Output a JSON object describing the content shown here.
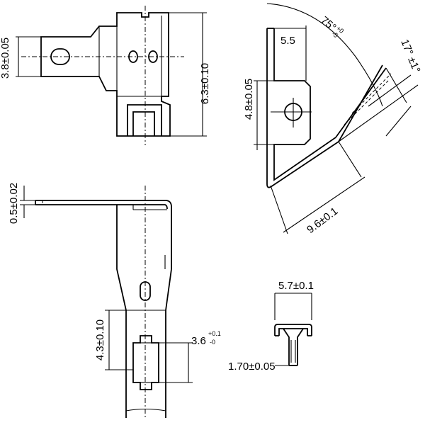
{
  "drawing": {
    "top_view": {
      "dim_width": "3.8±0.05",
      "dim_length": "6.3±0.10"
    },
    "side_view": {
      "dim_width": "5.5",
      "dim_angle_main": "75°",
      "dim_angle_main_tol_upper": "+0",
      "dim_angle_main_tol_lower": "-5",
      "dim_angle_tip": "17° ±1°",
      "dim_height": "4.8±0.05",
      "dim_length": "9.6±0.1"
    },
    "front_view": {
      "dim_thickness": "0.5±0.02",
      "dim_length": "4.3±0.10",
      "dim_slot": "3.6",
      "dim_slot_tol_upper": "+0.1",
      "dim_slot_tol_lower": "-0"
    },
    "section_view": {
      "dim_width": "5.7±0.1",
      "dim_gap": "1.70±0.05"
    }
  }
}
